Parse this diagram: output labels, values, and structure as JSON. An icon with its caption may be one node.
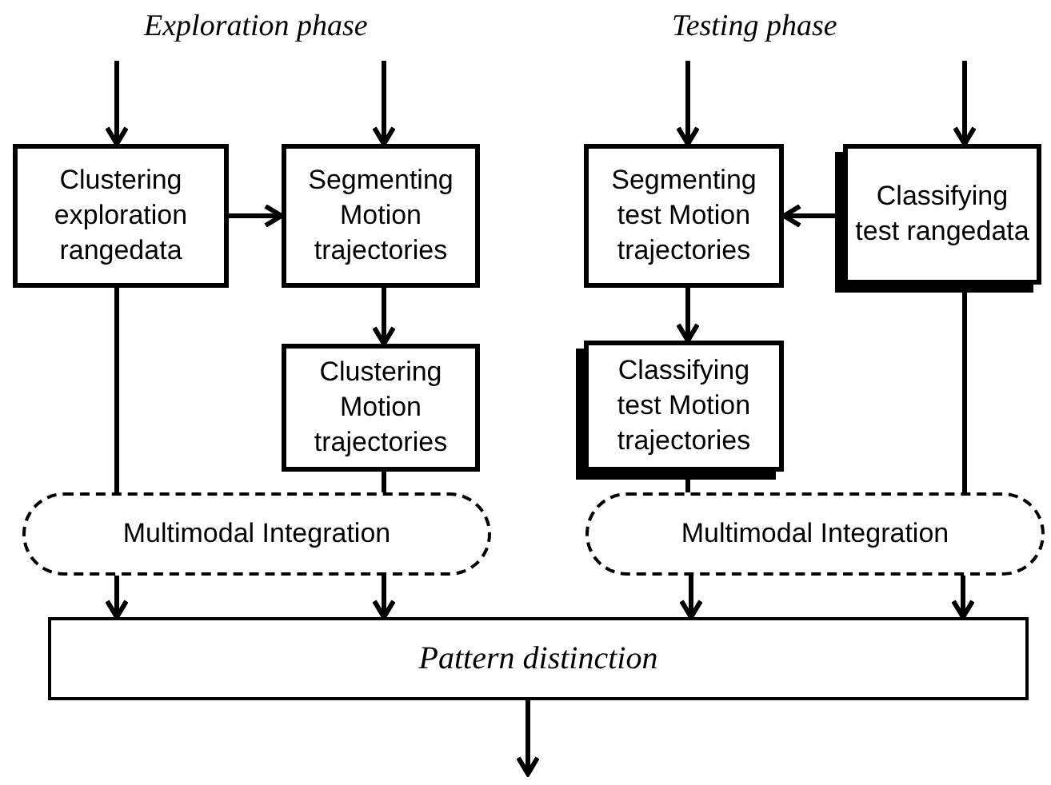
{
  "diagram": {
    "nodes": [
      {
        "text": [
          "Clustering exploration rangedata"
        ]
      },
      {
        "text": [
          "Segmenting Motion trajectories"
        ]
      },
      {
        "text": [
          "Clustering Motion trajectories"
        ]
      },
      {
        "text": [
          "Segmenting test Motion trajectories"
        ]
      },
      {
        "text": [
          "Classifying test rangedata"
        ]
      },
      {
        "text": [
          "Classifying test Motion trajectories"
        ]
      },
      {
        "text": [
          "Multimodal Integration"
        ]
      },
      {
        "text": [
          "Multimodal Integration"
        ]
      },
      {
        "text": [
          "Pattern distinction"
        ]
      }
    ],
    "edges": [
      {
        "from": null,
        "to": 0,
        "arrow": "to"
      },
      {
        "from": null,
        "to": 1,
        "arrow": "to"
      },
      {
        "from": 0,
        "to": 1,
        "arrow": "to"
      },
      {
        "from": 1,
        "to": 2,
        "arrow": "to"
      },
      {
        "from": null,
        "to": 3,
        "arrow": "to"
      },
      {
        "from": null,
        "to": 4,
        "arrow": "to"
      },
      {
        "from": 4,
        "to": 3,
        "arrow": "to"
      },
      {
        "from": 3,
        "to": 5,
        "arrow": "to"
      },
      {
        "from": 0,
        "to": 6,
        "arrow": "none"
      },
      {
        "from": 2,
        "to": 6,
        "arrow": "none"
      },
      {
        "from": 5,
        "to": 7,
        "arrow": "none"
      },
      {
        "from": 4,
        "to": 7,
        "arrow": "none"
      },
      {
        "from": 6,
        "to": 8,
        "arrow": "to"
      },
      {
        "from": 6,
        "to": 8,
        "arrow": "to"
      },
      {
        "from": 7,
        "to": 8,
        "arrow": "to"
      },
      {
        "from": 7,
        "to": 8,
        "arrow": "to"
      },
      {
        "from": 8,
        "to": null,
        "arrow": "to"
      }
    ],
    "labels": [
      "Exploration phase",
      "Testing phase"
    ]
  }
}
